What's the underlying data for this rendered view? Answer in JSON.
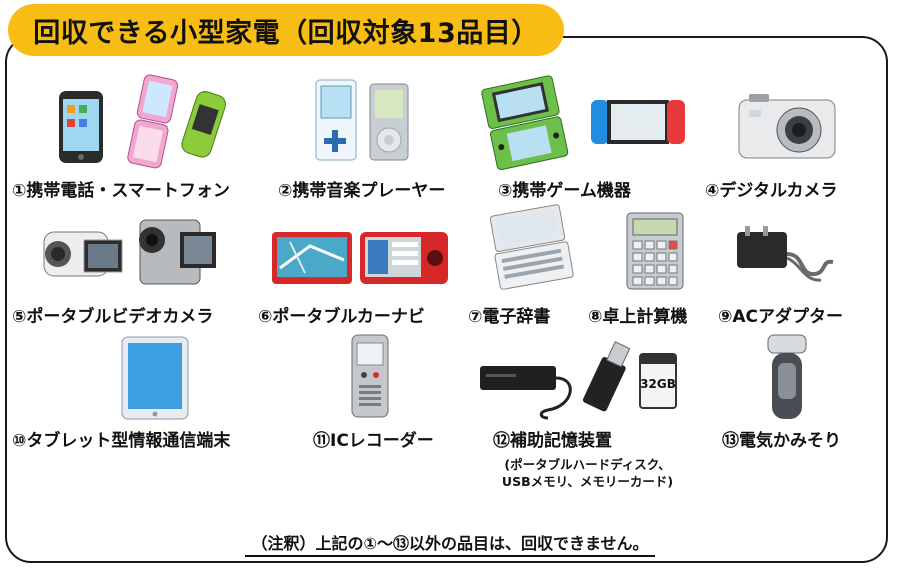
{
  "title": "回収できる小型家電（回収対象13品目）",
  "items": [
    {
      "label": "①携帯電話・スマートフォン"
    },
    {
      "label": "②携帯音楽プレーヤー"
    },
    {
      "label": "③携帯ゲーム機器"
    },
    {
      "label": "④デジタルカメラ"
    },
    {
      "label": "⑤ポータブルビデオカメラ"
    },
    {
      "label": "⑥ポータブルカーナビ"
    },
    {
      "label": "⑦電子辞書"
    },
    {
      "label": "⑧卓上計算機"
    },
    {
      "label": "⑨ACアダプター"
    },
    {
      "label": "⑩タブレット型情報通信端末"
    },
    {
      "label": "⑪ICレコーダー"
    },
    {
      "label": "⑫補助記憶装置",
      "sub_line1": "(ポータブルハードディスク、",
      "sub_line2": "USBメモリ、メモリーカード)"
    },
    {
      "label": "⑬電気かみそり"
    }
  ],
  "sd_card_text": "32GB",
  "note": "（注釈）上記の①～⑬以外の品目は、回収できません。",
  "colors": {
    "title_tab": "#f8bd14",
    "frame": "#1a1a1a"
  }
}
